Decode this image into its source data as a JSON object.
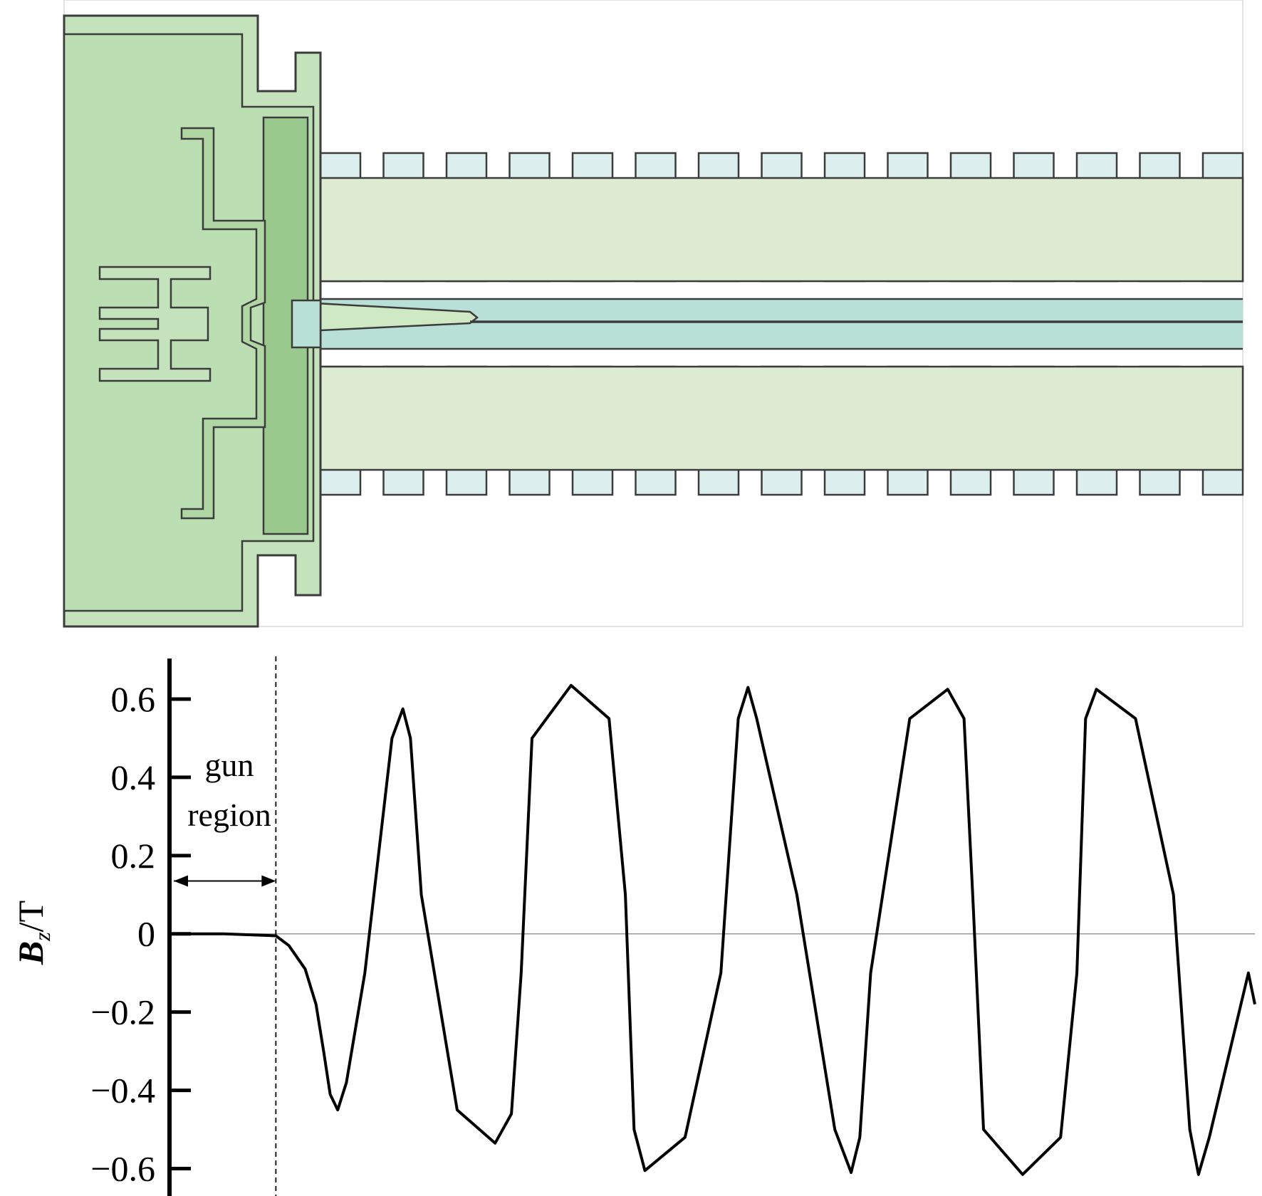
{
  "schematic": {
    "colors": {
      "gun_fill": "#c4e2bc",
      "gun_inner_fill": "#b0d6a4",
      "gun_dark_fill": "#99c98d",
      "tube_fill": "#dcebd2",
      "magnet_fill": "#dcefee",
      "beam_fill": "#b9e0d6",
      "outline": "#3c3c3c",
      "frame": "#d8d8d8"
    },
    "magnet_count": 15
  },
  "chart_data": {
    "type": "line",
    "title": "",
    "xlabel": "",
    "ylabel_main": "B",
    "ylabel_sub": "z",
    "ylabel_unit": "/T",
    "yticks": [
      {
        "value": 0.6,
        "label": "0.6"
      },
      {
        "value": 0.4,
        "label": "0.4"
      },
      {
        "value": 0.2,
        "label": "0.2"
      },
      {
        "value": 0,
        "label": "0"
      },
      {
        "value": -0.2,
        "label": "−0.2"
      },
      {
        "value": -0.4,
        "label": "−0.4"
      },
      {
        "value": -0.6,
        "label": "−0.6"
      }
    ],
    "ylim": [
      -0.67,
      0.7
    ],
    "xlim": [
      0,
      1
    ],
    "grid": false,
    "zero_line": true,
    "annotation": {
      "line1": "gun",
      "line2": "region",
      "boundary_x": 0.098,
      "arrow_y": 0.135
    },
    "series": [
      {
        "x": [
          0.0,
          0.05,
          0.098,
          0.11,
          0.125,
          0.135,
          0.142,
          0.148,
          0.155,
          0.163,
          0.18,
          0.205,
          0.215,
          0.222,
          0.232,
          0.265,
          0.3,
          0.315,
          0.324,
          0.334,
          0.37,
          0.405,
          0.42,
          0.428,
          0.438,
          0.475,
          0.508,
          0.524,
          0.533,
          0.541,
          0.578,
          0.613,
          0.628,
          0.636,
          0.646,
          0.682,
          0.717,
          0.732,
          0.74,
          0.75,
          0.786,
          0.821,
          0.836,
          0.844,
          0.854,
          0.89,
          0.925,
          0.94,
          0.948,
          0.958,
          0.994,
          1.0
        ],
        "y": [
          0.0,
          0.0,
          -0.005,
          -0.03,
          -0.09,
          -0.18,
          -0.3,
          -0.41,
          -0.45,
          -0.38,
          -0.1,
          0.5,
          0.575,
          0.5,
          0.1,
          -0.45,
          -0.535,
          -0.46,
          -0.1,
          0.5,
          0.635,
          0.55,
          0.1,
          -0.5,
          -0.605,
          -0.52,
          -0.1,
          0.55,
          0.63,
          0.55,
          0.1,
          -0.5,
          -0.61,
          -0.52,
          -0.1,
          0.55,
          0.625,
          0.55,
          0.1,
          -0.5,
          -0.615,
          -0.52,
          -0.1,
          0.55,
          0.625,
          0.55,
          0.1,
          -0.5,
          -0.615,
          -0.52,
          -0.1,
          -0.18
        ]
      }
    ]
  }
}
